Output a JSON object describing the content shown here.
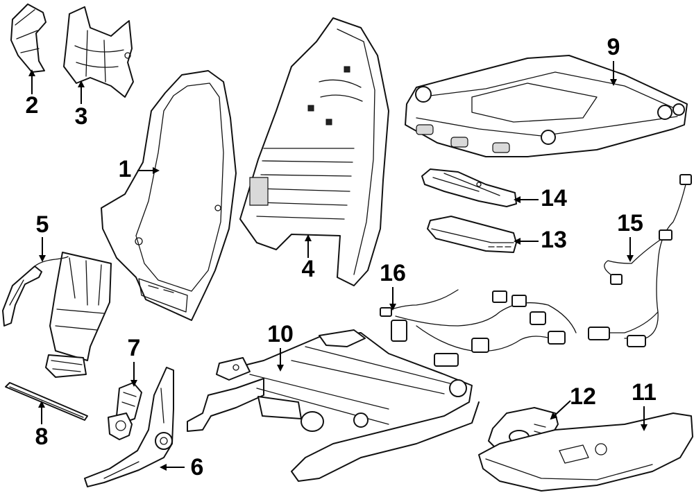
{
  "diagram": {
    "callouts": [
      {
        "id": "c1",
        "label": "1"
      },
      {
        "id": "c2",
        "label": "2"
      },
      {
        "id": "c3",
        "label": "3"
      },
      {
        "id": "c4",
        "label": "4"
      },
      {
        "id": "c5",
        "label": "5"
      },
      {
        "id": "c6",
        "label": "6"
      },
      {
        "id": "c7",
        "label": "7"
      },
      {
        "id": "c8",
        "label": "8"
      },
      {
        "id": "c9",
        "label": "9"
      },
      {
        "id": "c10",
        "label": "10"
      },
      {
        "id": "c11",
        "label": "11"
      },
      {
        "id": "c12",
        "label": "12"
      },
      {
        "id": "c13",
        "label": "13"
      },
      {
        "id": "c14",
        "label": "14"
      },
      {
        "id": "c15",
        "label": "15"
      },
      {
        "id": "c16",
        "label": "16"
      }
    ],
    "colors": {
      "line": "#111111",
      "background": "#ffffff"
    }
  }
}
